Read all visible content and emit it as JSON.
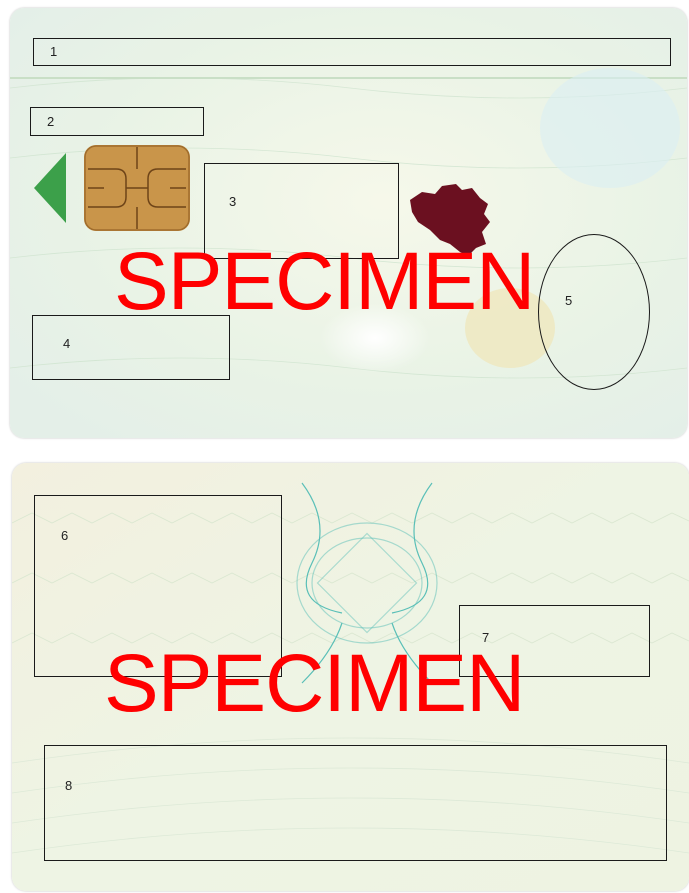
{
  "front": {
    "fields": [
      {
        "number": "1"
      },
      {
        "number": "2"
      },
      {
        "number": "3"
      },
      {
        "number": "4"
      },
      {
        "number": "5"
      }
    ],
    "watermark": "SPECIMEN",
    "colors": {
      "card_bg": "#eef5ea",
      "chip": "#c9954a",
      "arrow": "#3ca04a",
      "belgium_map": "#6b1020",
      "watermark": "#ff0000"
    }
  },
  "back": {
    "fields": [
      {
        "number": "6"
      },
      {
        "number": "7"
      },
      {
        "number": "8"
      }
    ],
    "watermark": "SPECIMEN",
    "colors": {
      "card_bg": "#f1f4e4",
      "guilloche": "#3fb6b0"
    }
  }
}
